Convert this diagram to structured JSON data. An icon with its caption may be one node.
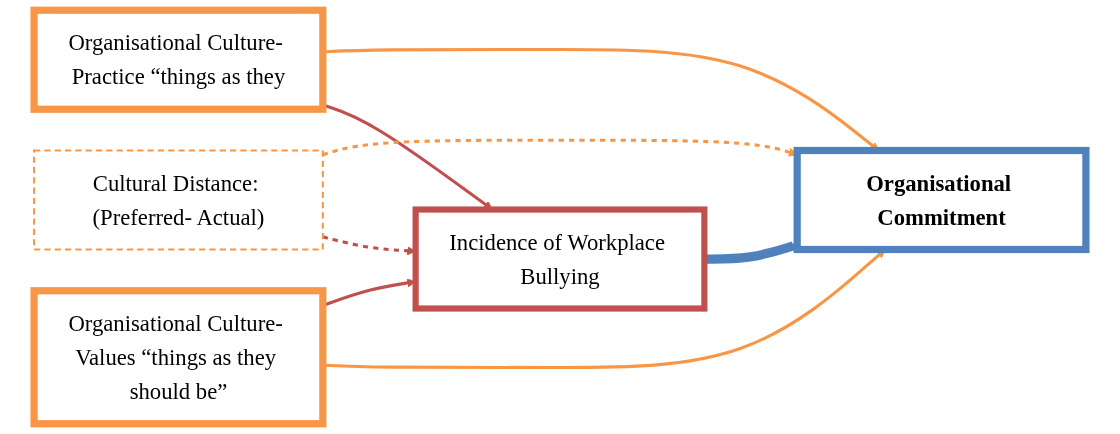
{
  "diagram": {
    "nodes": [
      {
        "text": [
          "Organisational Culture- Practice “things as they"
        ]
      },
      {
        "text": [
          "Organisational Culture- Values “things as they should be”"
        ]
      },
      {
        "text": [
          "Cultural Distance: (Preferred- Actual)"
        ]
      },
      {
        "text": [
          "Incidence of Workplace Bullying"
        ]
      },
      {
        "text": [
          "Organisational Commitment"
        ]
      }
    ],
    "edges": [
      {
        "from": 0,
        "to": 4,
        "arrow": "to",
        "color": "#f79646"
      },
      {
        "from": 0,
        "to": 3,
        "arrow": "to",
        "color": "#c0504d"
      },
      {
        "from": 2,
        "to": 4,
        "arrow": "to",
        "style": "dashed",
        "color": "#f79646"
      },
      {
        "from": 2,
        "to": 3,
        "arrow": "to",
        "style": "dashed",
        "color": "#c0504d"
      },
      {
        "from": 1,
        "to": 3,
        "arrow": "to",
        "color": "#c0504d"
      },
      {
        "from": 1,
        "to": 4,
        "arrow": "to",
        "color": "#f79646"
      },
      {
        "from": 3,
        "to": 4,
        "arrow": "to",
        "style": "thick",
        "color": "#4f81bd"
      }
    ]
  }
}
